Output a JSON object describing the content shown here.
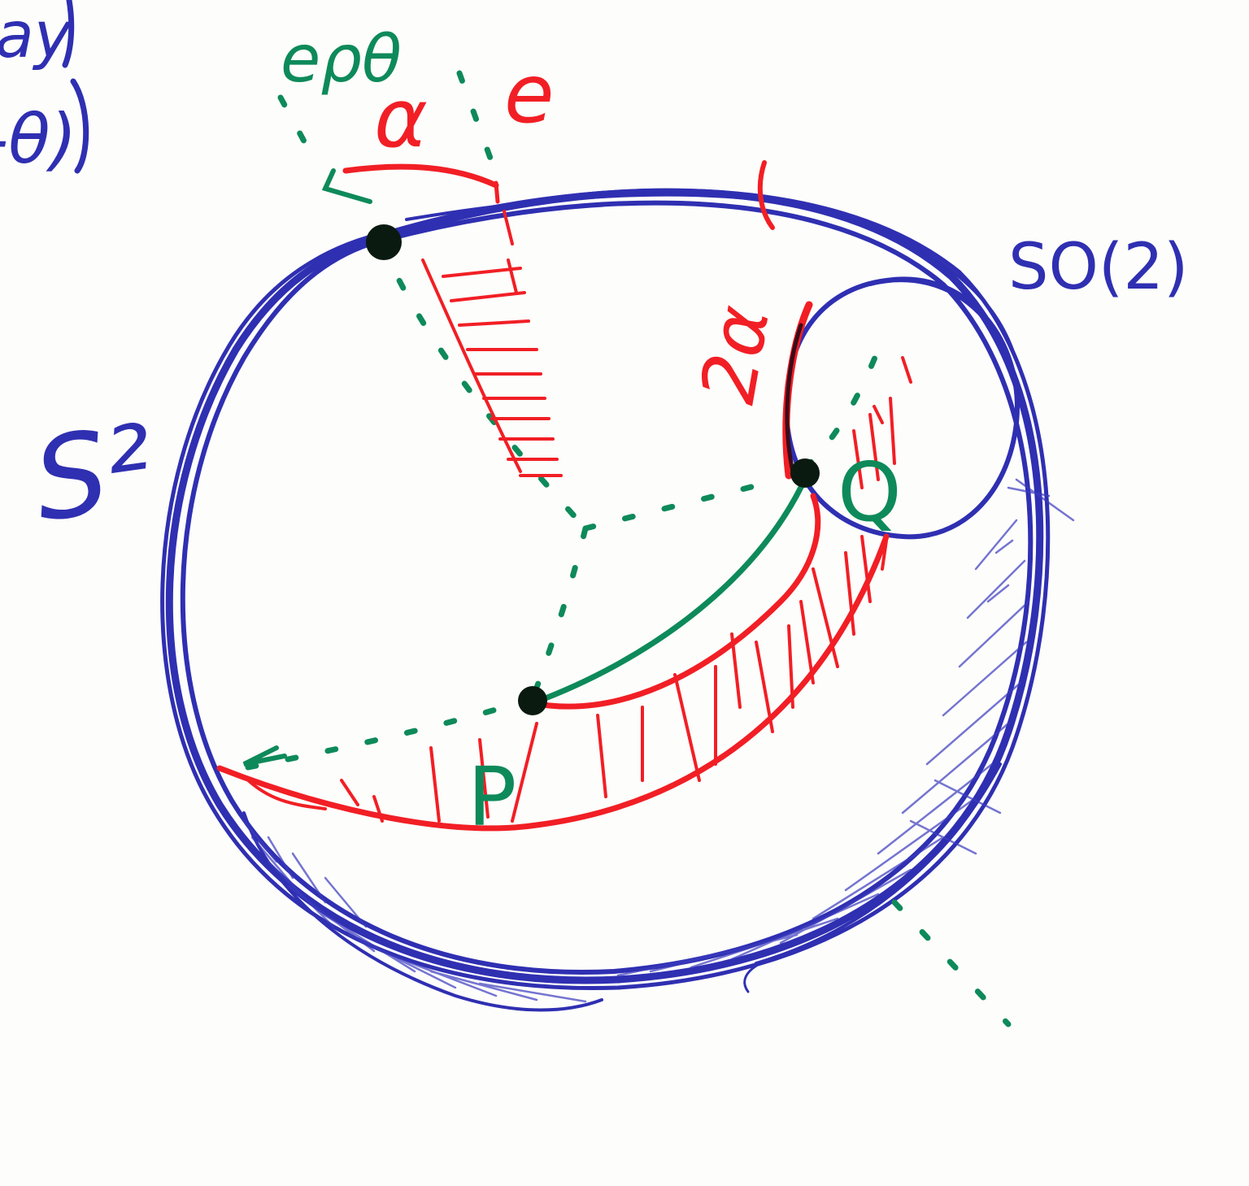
{
  "labels": {
    "corner_top": "ay",
    "corner_bottom": "-θ)",
    "sphere": "S²",
    "group": "SO(2)",
    "e_theta": "eρθ",
    "alpha_top": "α",
    "e_red": "e",
    "two_alpha": "2α",
    "point_p": "P",
    "point_q": "Q"
  },
  "colors": {
    "sphere_ink": "#2f2fb2",
    "geodesic_ink": "#0e8a5a",
    "hatch_ink": "#f11f25",
    "point_ink": "#0a1a10",
    "paper": "#fdfdfb"
  }
}
